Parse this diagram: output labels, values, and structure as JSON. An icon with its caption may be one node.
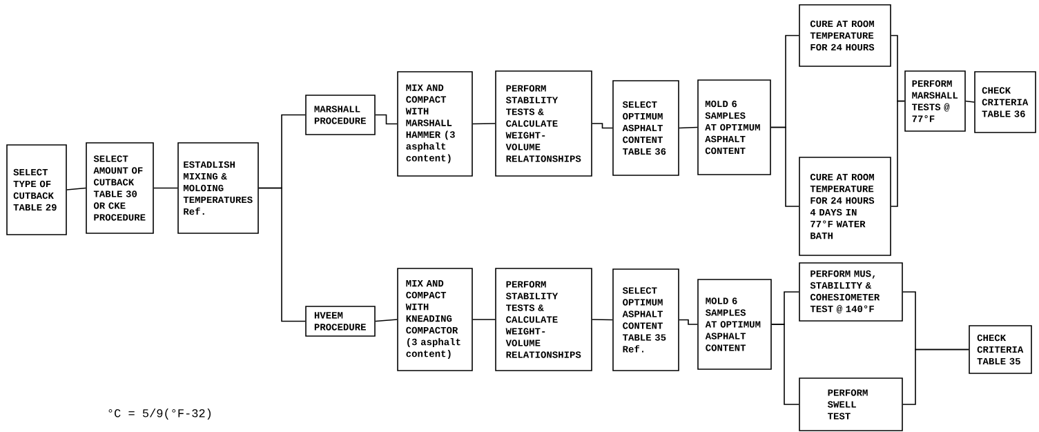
{
  "diagram": {
    "nodes": [
      {
        "text": [
          "SELECT TYPE OF CUTBACK TABLE 29"
        ]
      },
      {
        "text": [
          "SELECT AMOUNT OF CUTBACK TABLE 30 OR CKE PROCEDURE"
        ]
      },
      {
        "text": [
          "ESTADLISH MIXING & MOLOING TEMPERATURES Ref."
        ]
      },
      {
        "text": [
          "MARSHALL PROCEDURE"
        ]
      },
      {
        "text": [
          "MIX AND COMPACT WITH MARSHALL HAMMER (3 asphalt content)"
        ]
      },
      {
        "text": [
          "PERFORM STABILITY TESTS & CALCULATE WEIGHT- VOLUME RELATIONSHIPS"
        ]
      },
      {
        "text": [
          "SELECT OPTIMUM ASPHALT CONTENT TABLE 36"
        ]
      },
      {
        "text": [
          "MOLD 6 SAMPLES AT OPTIMUM ASPHALT CONTENT"
        ]
      },
      {
        "text": [
          "CURE AT ROOM TEMPERATURE FOR 24 HOURS"
        ]
      },
      {
        "text": [
          "CURE AT ROOM TEMPERATURE FOR 24 HOURS 4 DAYS IN 77°F WATER BATH"
        ]
      },
      {
        "text": [
          "PERFORM MARSHALL TESTS @ 77°F"
        ]
      },
      {
        "text": [
          "CHECK CRITERIA TABLE 36"
        ]
      },
      {
        "text": [
          "HVEEM PROCEDURE"
        ]
      },
      {
        "text": [
          "MIX AND COMPACT WITH KNEADING COMPACTOR (3 asphalt content)"
        ]
      },
      {
        "text": [
          "PERFORM STABILITY TESTS & CALCULATE WEIGHT- VOLUME RELATIONSHIPS"
        ]
      },
      {
        "text": [
          "SELECT OPTIMUM ASPHALT CONTENT TABLE 35 Ref."
        ]
      },
      {
        "text": [
          "MOLD 6 SAMPLES AT OPTIMUM ASPHALT CONTENT"
        ]
      },
      {
        "text": [
          "PERFORM MUS, STABILITY & COHESIOMETER TEST @ 140°F"
        ]
      },
      {
        "text": [
          "PERFORM SWELL TEST"
        ]
      },
      {
        "text": [
          "CHECK CRITERIA TABLE 35"
        ]
      }
    ],
    "edges": [
      {
        "from": 0,
        "to": 1,
        "arrow": "none"
      },
      {
        "from": 1,
        "to": 2,
        "arrow": "none"
      },
      {
        "from": 2,
        "to": 3,
        "arrow": "none"
      },
      {
        "from": 2,
        "to": 12,
        "arrow": "none"
      },
      {
        "from": 3,
        "to": 4,
        "arrow": "none"
      },
      {
        "from": 4,
        "to": 5,
        "arrow": "none"
      },
      {
        "from": 5,
        "to": 6,
        "arrow": "none"
      },
      {
        "from": 6,
        "to": 7,
        "arrow": "none"
      },
      {
        "from": 7,
        "to": 8,
        "arrow": "none"
      },
      {
        "from": 7,
        "to": 9,
        "arrow": "none"
      },
      {
        "from": 8,
        "to": 10,
        "arrow": "none"
      },
      {
        "from": 9,
        "to": 10,
        "arrow": "none"
      },
      {
        "from": 10,
        "to": 11,
        "arrow": "none"
      },
      {
        "from": 12,
        "to": 13,
        "arrow": "none"
      },
      {
        "from": 13,
        "to": 14,
        "arrow": "none"
      },
      {
        "from": 14,
        "to": 15,
        "arrow": "none"
      },
      {
        "from": 15,
        "to": 16,
        "arrow": "none"
      },
      {
        "from": 16,
        "to": 17,
        "arrow": "none"
      },
      {
        "from": 16,
        "to": 18,
        "arrow": "none"
      },
      {
        "from": 17,
        "to": 19,
        "arrow": "none"
      },
      {
        "from": 18,
        "to": 19,
        "arrow": "none"
      }
    ],
    "labels": [
      "°C = 5/9(°F-32)"
    ]
  }
}
